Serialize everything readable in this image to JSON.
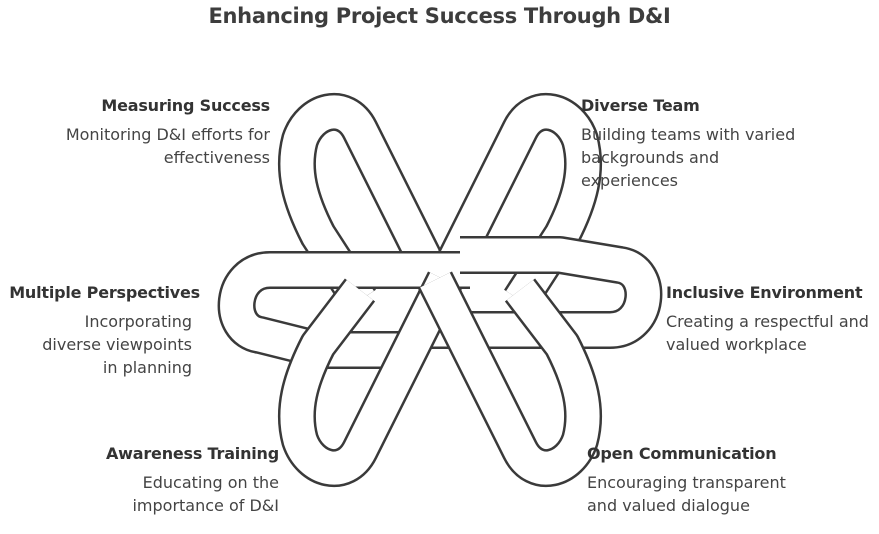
{
  "title": "Enhancing Project Success Through D&I",
  "items": [
    {
      "heading": "Measuring Success",
      "desc": "Monitoring D&I efforts for effectiveness"
    },
    {
      "heading": "Diverse Team",
      "desc": "Building teams with varied backgrounds and experiences"
    },
    {
      "heading": "Multiple Perspectives",
      "desc": "Incorporating diverse viewpoints in planning"
    },
    {
      "heading": "Inclusive Environment",
      "desc": "Creating a respectful and valued workplace"
    },
    {
      "heading": "Awareness Training",
      "desc": "Educating on the importance of D&I"
    },
    {
      "heading": "Open Communication",
      "desc": "Encouraging transparent and valued dialogue"
    }
  ],
  "colors": {
    "stroke": "#3a3a3a",
    "fill": "#ffffff",
    "text": "#3a3a3a"
  }
}
